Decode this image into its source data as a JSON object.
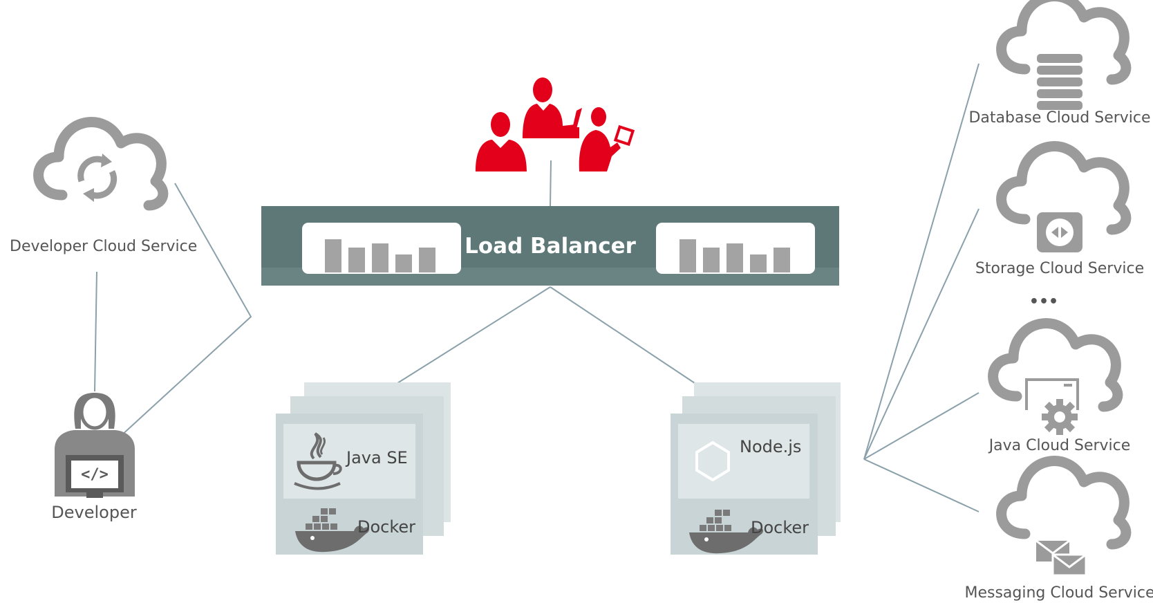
{
  "load_balancer": {
    "title": "Load Balancer"
  },
  "developer": {
    "service_label": "Developer Cloud Service",
    "person_label": "Developer",
    "code_icon_text": "</>"
  },
  "stacks": {
    "java": {
      "runtime_label": "Java SE",
      "container_label": "Docker"
    },
    "node": {
      "runtime_label": "Node.js",
      "container_label": "Docker"
    }
  },
  "services": {
    "database": "Database Cloud Service",
    "storage": "Storage Cloud Service",
    "ellipsis": "•••",
    "java": "Java Cloud Service",
    "messaging": "Messaging Cloud Service"
  },
  "colors": {
    "lb_bar": "#5e7878",
    "lb_bar_bottom": "#6a8484",
    "connector": "#8aa0aa",
    "icon_gray": "#9b9b9b",
    "users_red": "#e2001a",
    "card": "#c9d4d6",
    "card_inner": "#dfe6e7",
    "bar_gray": "#a3a3a3"
  },
  "icons": [
    "users-icon",
    "developer-icon",
    "cloud-sync-icon",
    "java-cup-icon",
    "nodejs-hexagon-icon",
    "docker-whale-icon",
    "database-icon",
    "storage-icon",
    "gear-window-icon",
    "envelopes-icon",
    "bar-chart-icon"
  ]
}
